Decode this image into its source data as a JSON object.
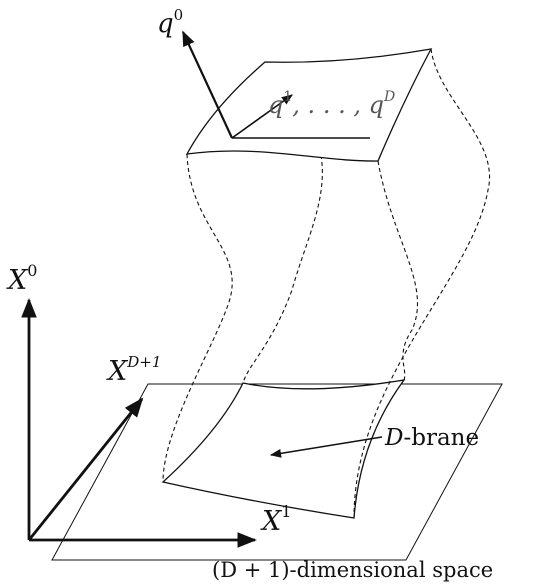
{
  "labels": {
    "q0": {
      "base": "q",
      "sup": "0"
    },
    "q_range": {
      "prefix": "q",
      "sup1": "1",
      "middle": ", . . . , q",
      "sup2": "D"
    },
    "x0": {
      "base": "X",
      "sup": "0"
    },
    "x_d1": {
      "base": "X",
      "sup": "D+1"
    },
    "x1": {
      "base": "X",
      "sup": "1"
    },
    "dbrane": {
      "var": "D",
      "suffix": "-brane"
    },
    "space": "(D + 1)-dimensional space"
  }
}
